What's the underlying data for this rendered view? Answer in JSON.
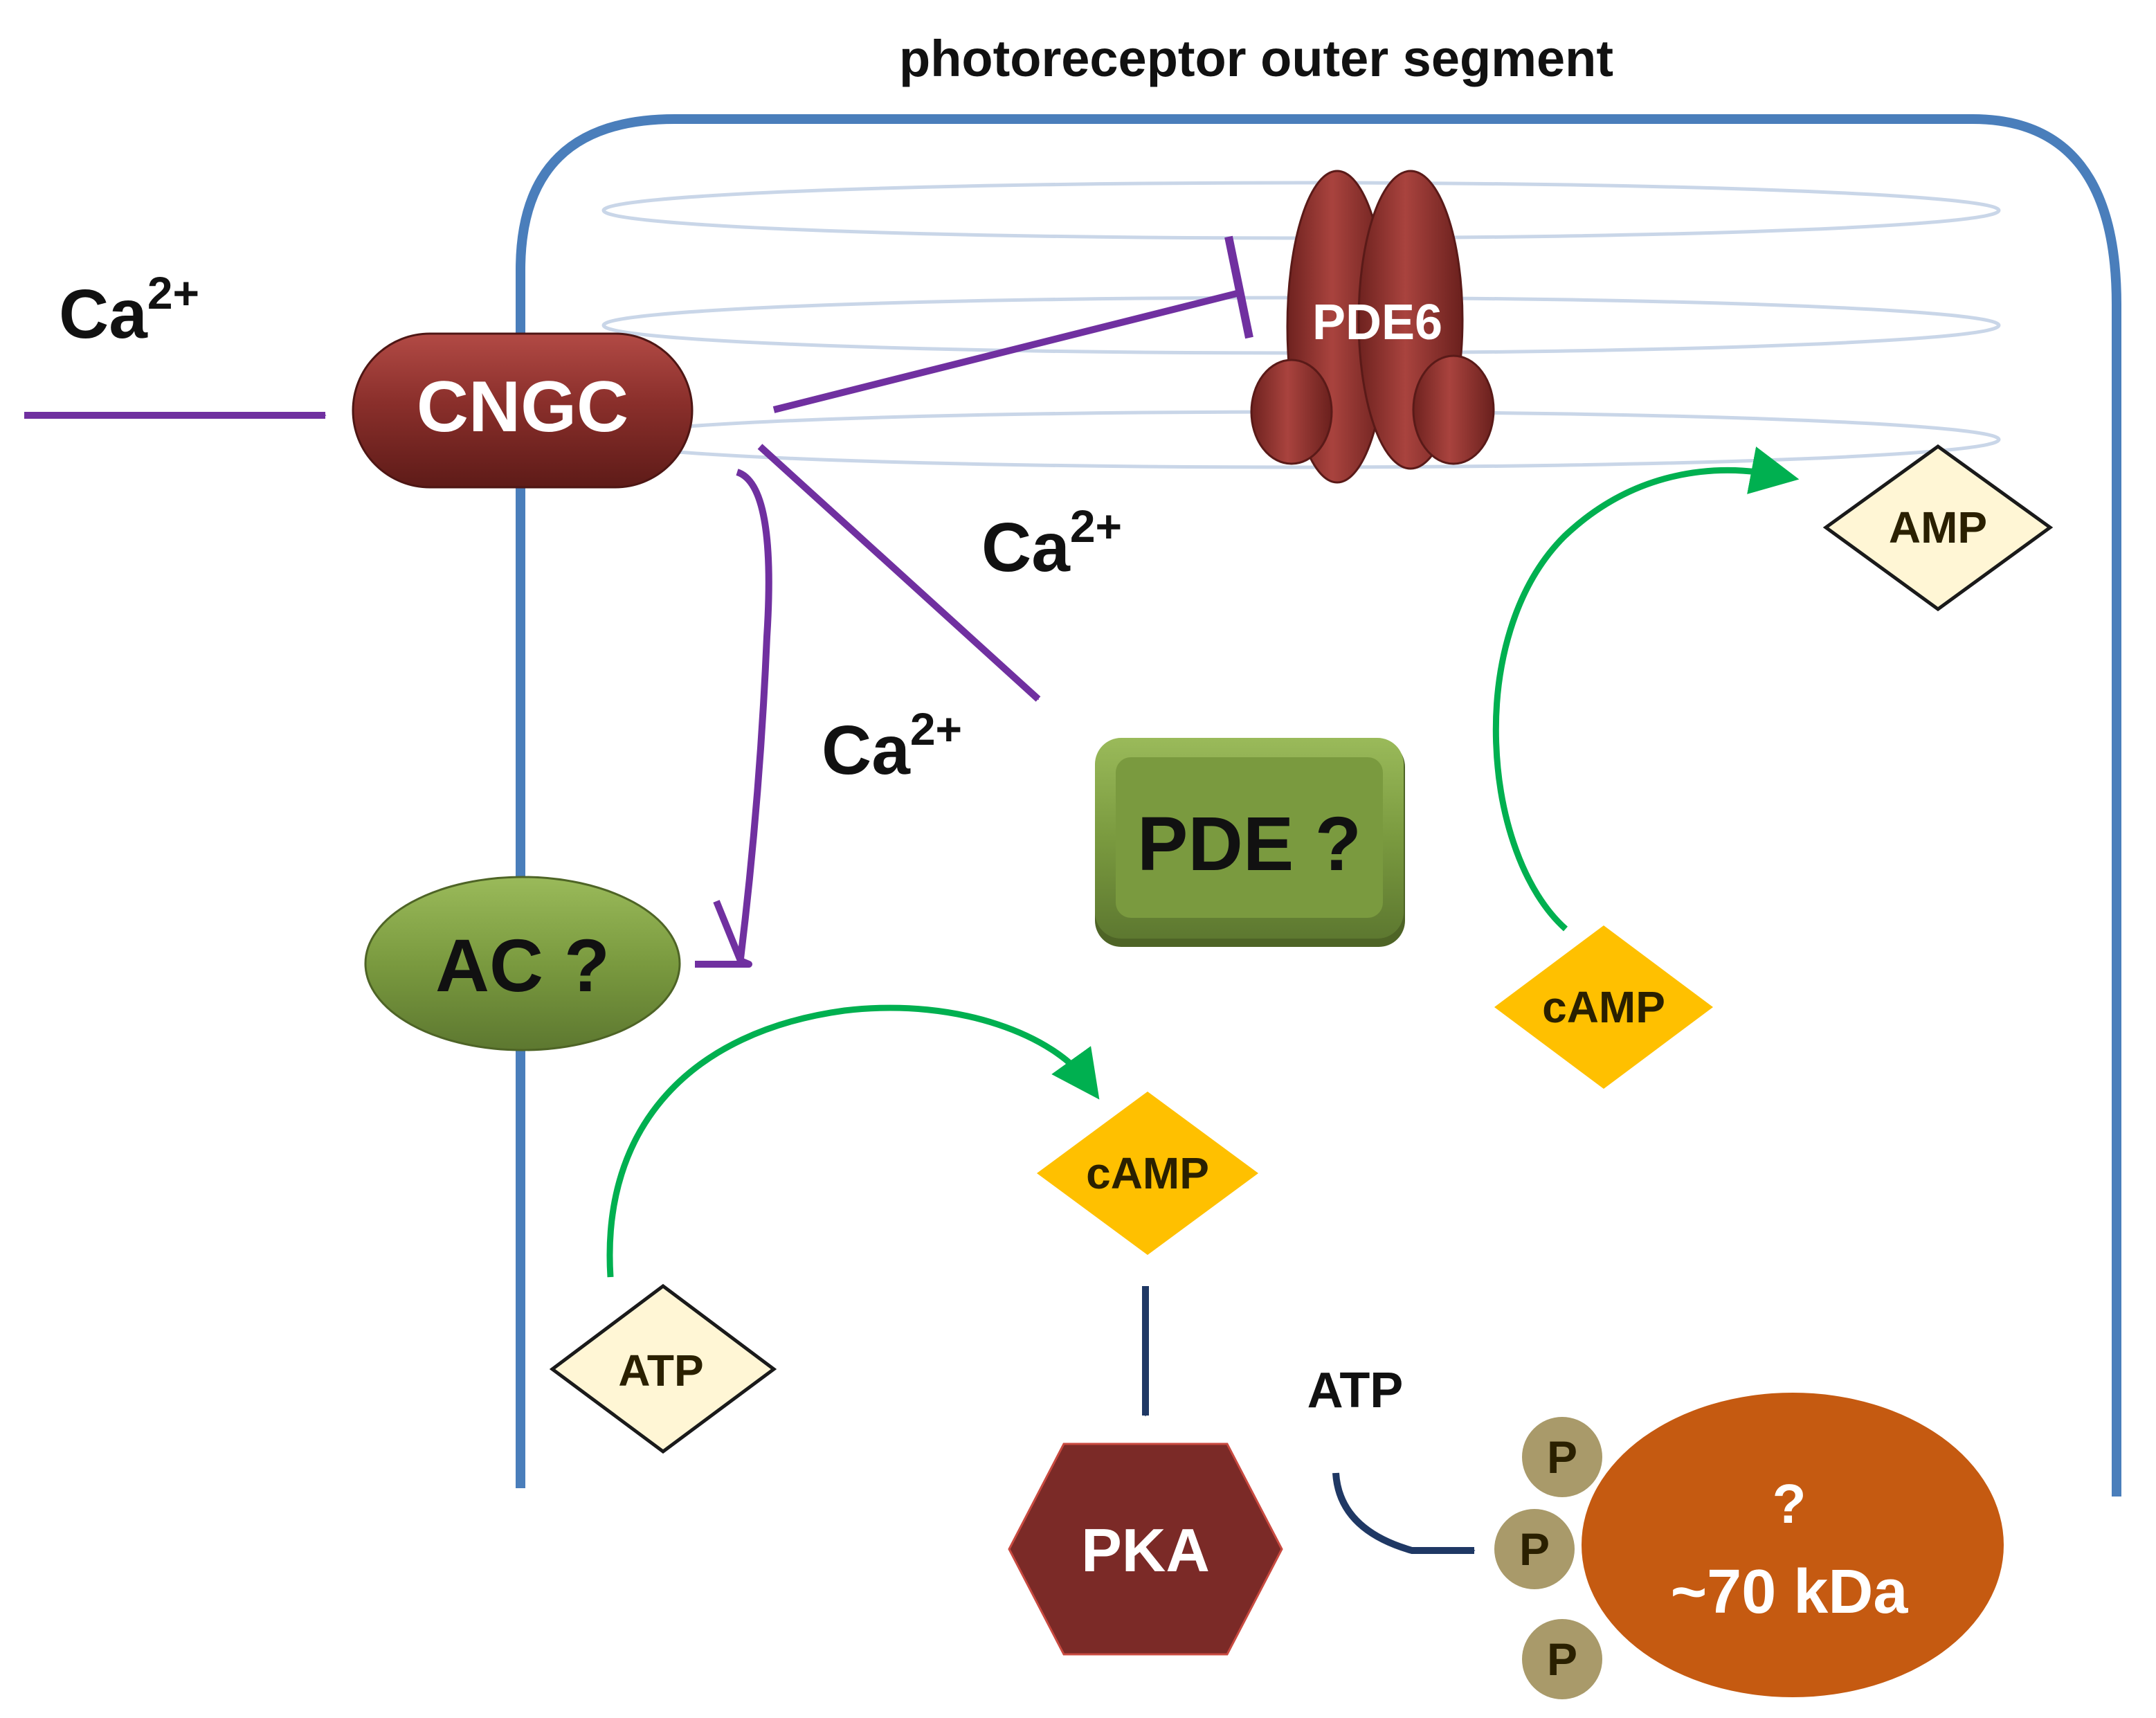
{
  "title": "photoreceptor outer segment",
  "colors": {
    "membrane": "#4a7ebb",
    "disc": "#c9d6e8",
    "calcium_arrow": "#7030a0",
    "enzyme_arrow": "#00b050",
    "signal_arrow": "#1f3864",
    "maroon": "#7b2a27",
    "green": "#77933c",
    "camp": "#ffc000",
    "pale": "#fff6d5",
    "orange": "#c55a11",
    "phosphate": "#a99a6a"
  },
  "labels": {
    "ca_outside": {
      "base": "Ca",
      "sup": "2+"
    },
    "ca_to_pde": {
      "base": "Ca",
      "sup": "2+"
    },
    "ca_to_ac": {
      "base": "Ca",
      "sup": "2+"
    },
    "cngc": "CNGC",
    "pde6": "PDE6",
    "pde_unknown": "PDE ?",
    "ac_unknown": "AC ?",
    "amp": "AMP",
    "camp_right": "cAMP",
    "camp_center": "cAMP",
    "atp_left": "ATP",
    "atp_free": "ATP",
    "pka": "PKA",
    "target_question": "?",
    "target_mass": "~70 kDa",
    "phospho_1": "P",
    "phospho_2": "P",
    "phospho_3": "P"
  }
}
